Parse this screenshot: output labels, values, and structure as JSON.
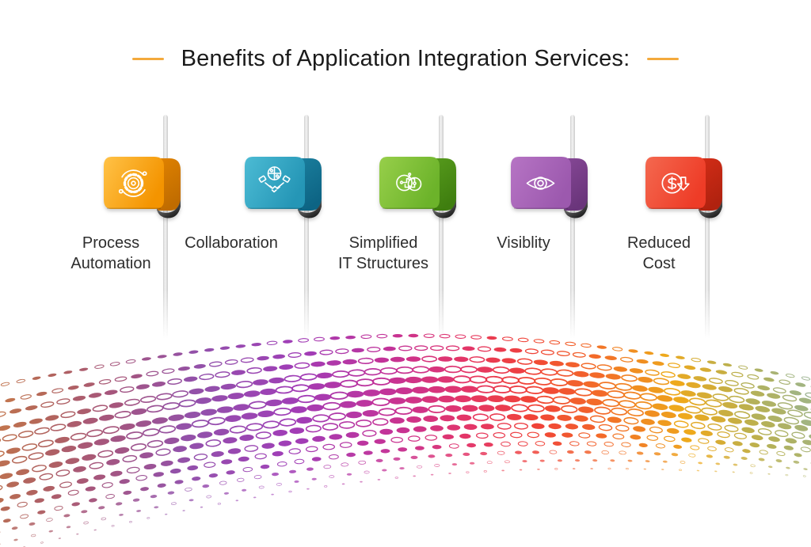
{
  "title": "Benefits of Application Integration Services:",
  "accent_color": "#f3a93c",
  "benefits": [
    {
      "label": "Process Automation",
      "label_lines": [
        "Process",
        "Automation"
      ],
      "icon": "gear-automation-icon",
      "colors": {
        "light": "#ffc247",
        "main": "#f49400",
        "dark": "#e08200",
        "deep": "#c06c00"
      }
    },
    {
      "label": "Collaboration",
      "label_lines": [
        "Collaboration"
      ],
      "icon": "collaboration-handshake-icon",
      "colors": {
        "light": "#4cbbd4",
        "main": "#2596b6",
        "dark": "#1a7e9d",
        "deep": "#0d6484"
      }
    },
    {
      "label": "Simplified IT Structures",
      "label_lines": [
        "Simplified",
        "IT Structures"
      ],
      "icon": "simplified-it-brain-icon",
      "colors": {
        "light": "#97cf4a",
        "main": "#6cb32a",
        "dark": "#569a1c",
        "deep": "#3f7e0f"
      }
    },
    {
      "label": "Visiblity",
      "label_lines": [
        "Visiblity"
      ],
      "icon": "visibility-eye-icon",
      "colors": {
        "light": "#b674c4",
        "main": "#9c59ae",
        "dark": "#854795",
        "deep": "#6a357b"
      }
    },
    {
      "label": "Reduced Cost",
      "label_lines": [
        "Reduced",
        "Cost"
      ],
      "icon": "reduced-cost-dollar-icon",
      "colors": {
        "light": "#f4684f",
        "main": "#ee3c27",
        "dark": "#d32d17",
        "deep": "#b0220f"
      }
    }
  ],
  "curl_shadow": {
    "from": "#9a9a9a",
    "to": "#1a1a1a"
  },
  "wave": {
    "palette": [
      {
        "stop": 0.0,
        "color": "#cf7f3e"
      },
      {
        "stop": 0.09,
        "color": "#b26250"
      },
      {
        "stop": 0.17,
        "color": "#a34f74"
      },
      {
        "stop": 0.27,
        "color": "#8e4aa8"
      },
      {
        "stop": 0.38,
        "color": "#9c35b4"
      },
      {
        "stop": 0.48,
        "color": "#c22a93"
      },
      {
        "stop": 0.56,
        "color": "#e22e63"
      },
      {
        "stop": 0.63,
        "color": "#ef3a30"
      },
      {
        "stop": 0.71,
        "color": "#f2691e"
      },
      {
        "stop": 0.79,
        "color": "#eda513"
      },
      {
        "stop": 0.87,
        "color": "#b3ae4d"
      },
      {
        "stop": 0.94,
        "color": "#9bb183"
      },
      {
        "stop": 1.0,
        "color": "#7ba3c2"
      }
    ]
  }
}
